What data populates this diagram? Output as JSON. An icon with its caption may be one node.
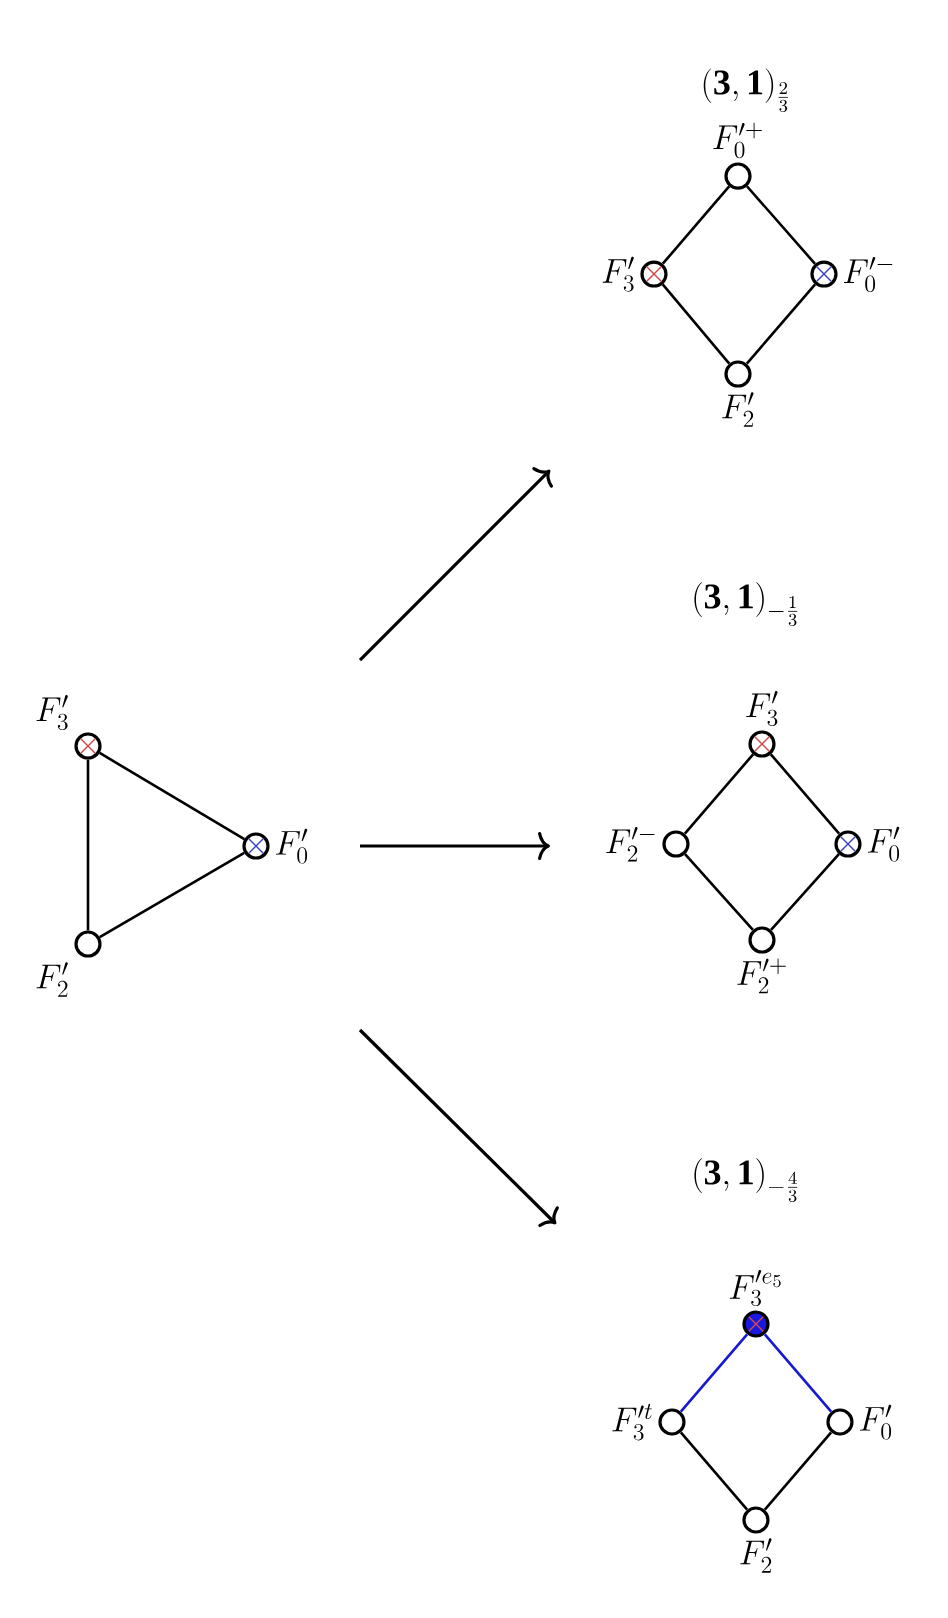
{
  "diagram": {
    "nodes": [
      {
        "text": [],
        "shape": "circle",
        "beside": [
          "F'_3"
        ]
      },
      {
        "text": [],
        "shape": "circle",
        "beside": [
          "F'_0"
        ]
      },
      {
        "text": [],
        "shape": "circle",
        "beside": [
          "F'_2"
        ]
      },
      {
        "text": [],
        "shape": "circle",
        "beside": [
          "F'^{+}_0"
        ]
      },
      {
        "text": [],
        "shape": "circle",
        "beside": [
          "F'_3"
        ]
      },
      {
        "text": [],
        "shape": "circle",
        "beside": [
          "F'^{-}_0"
        ]
      },
      {
        "text": [],
        "shape": "circle",
        "beside": [
          "F'_2"
        ]
      },
      {
        "text": [],
        "shape": "circle",
        "beside": [
          "F'_3"
        ]
      },
      {
        "text": [],
        "shape": "circle",
        "beside": [
          "F'^{-}_2"
        ]
      },
      {
        "text": [],
        "shape": "circle",
        "beside": [
          "F'_0"
        ]
      },
      {
        "text": [],
        "shape": "circle",
        "beside": [
          "F'^{+}_2"
        ]
      },
      {
        "text": [],
        "shape": "circle",
        "beside": [
          "F'^{e_5}_3"
        ]
      },
      {
        "text": [],
        "shape": "circle",
        "beside": [
          "F'^{t}_3"
        ]
      },
      {
        "text": [],
        "shape": "circle",
        "beside": [
          "F'_0"
        ]
      },
      {
        "text": [],
        "shape": "circle",
        "beside": [
          "F'_2"
        ]
      }
    ],
    "edges": [
      {
        "from": 0,
        "to": 1,
        "arrow": "none"
      },
      {
        "from": 1,
        "to": 2,
        "arrow": "none"
      },
      {
        "from": 2,
        "to": 0,
        "arrow": "none"
      },
      {
        "from": 3,
        "to": 4,
        "arrow": "none"
      },
      {
        "from": 3,
        "to": 5,
        "arrow": "none"
      },
      {
        "from": 4,
        "to": 6,
        "arrow": "none"
      },
      {
        "from": 5,
        "to": 6,
        "arrow": "none"
      },
      {
        "from": 7,
        "to": 8,
        "arrow": "none"
      },
      {
        "from": 7,
        "to": 9,
        "arrow": "none"
      },
      {
        "from": 8,
        "to": 10,
        "arrow": "none"
      },
      {
        "from": 9,
        "to": 10,
        "arrow": "none"
      },
      {
        "from": 11,
        "to": 12,
        "arrow": "none",
        "color": "#1818d0"
      },
      {
        "from": 11,
        "to": 13,
        "arrow": "none",
        "color": "#1818d0"
      },
      {
        "from": 12,
        "to": 14,
        "arrow": "none"
      },
      {
        "from": 13,
        "to": 14,
        "arrow": "none"
      }
    ],
    "labels": [
      "(\\mathbf{3},\\mathbf{1})_{\\frac{2}{3}}",
      "(\\mathbf{3},\\mathbf{1})_{-\\frac{1}{3}}",
      "(\\mathbf{3},\\mathbf{1})_{-\\frac{4}{3}}"
    ]
  }
}
